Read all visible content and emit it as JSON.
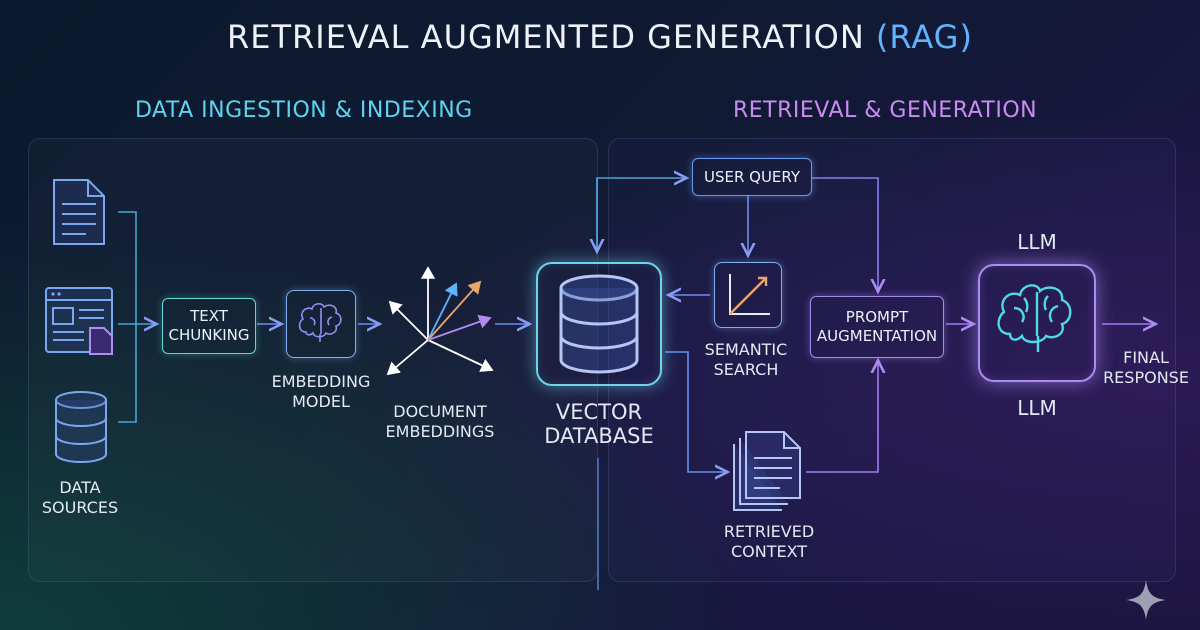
{
  "title": {
    "main": "RETRIEVAL AUGMENTED GENERATION ",
    "accent": "(RAG)"
  },
  "sections": {
    "ingestion": "DATA INGESTION & INDEXING",
    "retrieval": "RETRIEVAL & GENERATION"
  },
  "nodes": {
    "data_sources": "DATA SOURCES",
    "text_chunking": "TEXT CHUNKING",
    "embedding_model": "EMBEDDING MODEL",
    "document_embeddings": "DOCUMENT EMBEDDINGS",
    "vector_database": "VECTOR DATABASE",
    "user_query": "USER QUERY",
    "semantic_search": "SEMANTIC SEARCH",
    "retrieved_context": "RETRIEVED CONTEXT",
    "prompt_augmentation": "PROMPT AUGMENTATION",
    "llm_top": "LLM",
    "llm_bottom": "LLM",
    "final_response": "FINAL RESPONSE"
  },
  "colors": {
    "teal": "#5ed9d6",
    "blue": "#5fb3ff",
    "violet": "#a98cf4",
    "arrow": "#7f8ff0"
  },
  "icons": [
    "document-icon",
    "webpage-icon",
    "database-icon",
    "brain-icon",
    "vector-axes-icon",
    "chart-icon",
    "sparkle-icon"
  ]
}
